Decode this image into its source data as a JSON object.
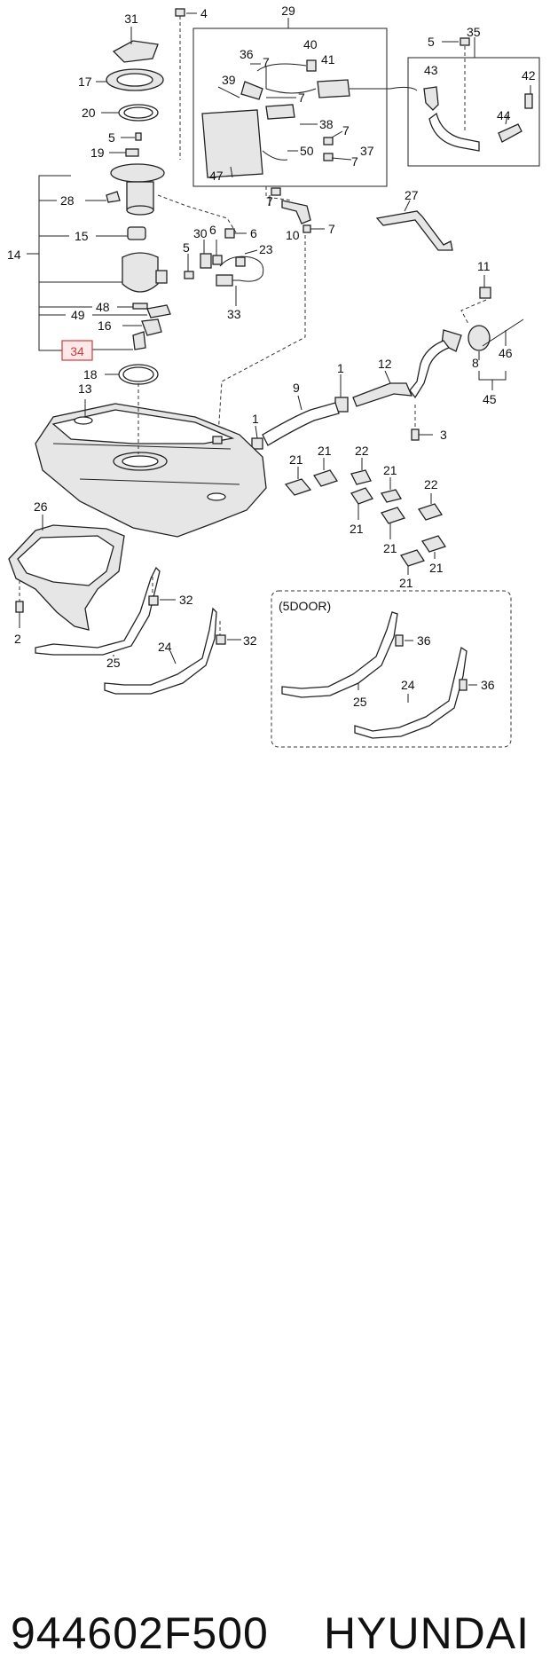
{
  "diagram": {
    "highlight_color": "#d23b3b",
    "callouts": {
      "c31": "31",
      "c4": "4",
      "c29": "29",
      "c5a": "5",
      "c35": "35",
      "c17": "17",
      "c36a": "36",
      "c7a": "7",
      "c40": "40",
      "c41": "41",
      "c43": "43",
      "c42": "42",
      "c20": "20",
      "c39": "39",
      "c7b": "7",
      "c44": "44",
      "c5b": "5",
      "c38": "38",
      "c7c": "7",
      "c19": "19",
      "c37": "37",
      "c50": "50",
      "c7d": "7",
      "c47": "47",
      "c27": "27",
      "c28": "28",
      "c7e": "7",
      "c10": "10",
      "c7f": "7",
      "c30": "30",
      "c6a": "6",
      "c6b": "6",
      "c15": "15",
      "c5c": "5",
      "c23": "23",
      "c14": "14",
      "c11": "11",
      "c33": "33",
      "c48": "48",
      "c49": "49",
      "c16": "16",
      "c34": "34",
      "c8": "8",
      "c46": "46",
      "c18": "18",
      "c1a": "1",
      "c12": "12",
      "c9": "9",
      "c13": "13",
      "c45": "45",
      "c3": "3",
      "c1b": "1",
      "c21a": "21",
      "c21b": "21",
      "c22a": "22",
      "c21c": "21",
      "c22b": "22",
      "c21d": "21",
      "c21e": "21",
      "c21f": "21",
      "c21g": "21",
      "c26": "26",
      "c32a": "32",
      "c24a": "24",
      "c32b": "32",
      "c2": "2",
      "c25a": "25",
      "c5door": "(5DOOR)",
      "c36b": "36",
      "c24b": "24",
      "c36c": "36",
      "c25b": "25"
    }
  },
  "caption": {
    "part_number": "944602F500",
    "brand": "HYUNDAI"
  }
}
